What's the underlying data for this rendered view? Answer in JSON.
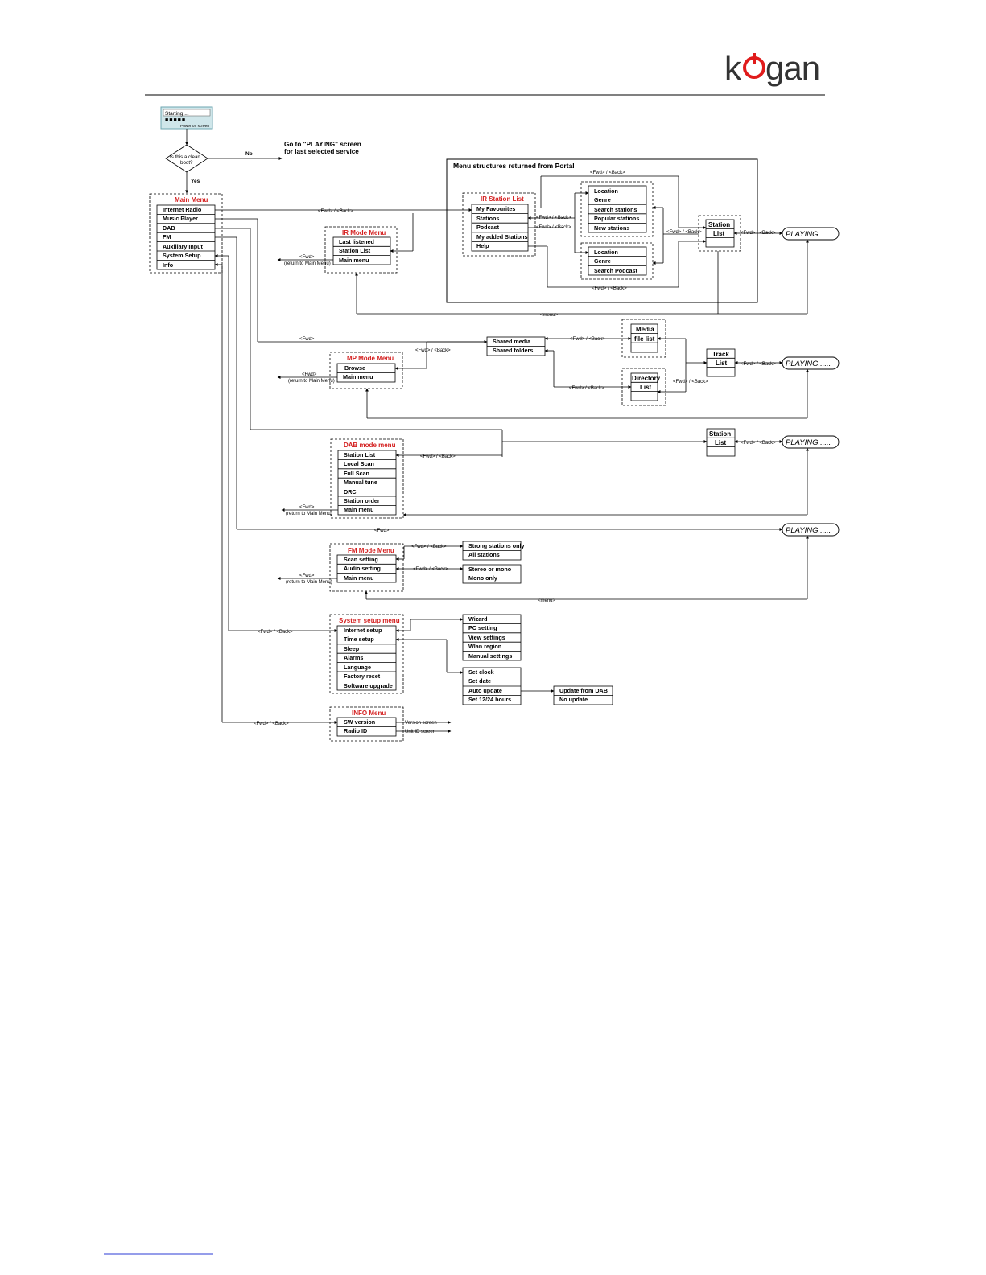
{
  "brand": {
    "logo_text": "kogan"
  },
  "start": {
    "screen_line1": "Starting ...",
    "screen_blocks": "■■■■■",
    "caption": "Power on screen",
    "decision": [
      "Is this a clean",
      "boot?"
    ],
    "no_label": "No",
    "yes_label": "Yes",
    "no_target": [
      "Go to \"PLAYING\" screen",
      "for last selected service"
    ]
  },
  "main_menu": {
    "title": "Main Menu",
    "items": [
      "Internet Radio",
      "Music Player",
      "DAB",
      "FM",
      "Auxiliary Input",
      "System Setup",
      "Info"
    ]
  },
  "portal": {
    "title": "Menu structures returned from Portal"
  },
  "ir_station_list": {
    "title": "IR Station List",
    "items": [
      "My Favourites",
      "Stations",
      "Podcast",
      "My added Stations",
      "Help"
    ]
  },
  "stations_sub": [
    "Location",
    "Genre",
    "Search stations",
    "Popular stations",
    "New stations"
  ],
  "podcast_sub": [
    "Location",
    "Genre",
    "Search Podcast"
  ],
  "ir_mode_menu": {
    "title": "IR Mode Menu",
    "items": [
      "Last listened",
      "Station List",
      "Main menu"
    ]
  },
  "station_list_box": [
    "Station",
    "List"
  ],
  "mp_mode_menu": {
    "title": "MP Mode Menu",
    "items": [
      "Browse",
      "Main menu"
    ]
  },
  "shared": [
    "Shared media",
    "Shared folders"
  ],
  "media_box": [
    "Media",
    "file list"
  ],
  "directory_box": [
    "Directory",
    "List"
  ],
  "track_box": [
    "Track",
    "List"
  ],
  "dab_mode_menu": {
    "title": "DAB mode menu",
    "items": [
      "Station List",
      "Local Scan",
      "Full Scan",
      "Manual tune",
      "DRC",
      "Station order",
      "Main menu"
    ]
  },
  "fm_mode_menu": {
    "title": "FM Mode Menu",
    "items": [
      "Scan setting",
      "Audio setting",
      "Main menu"
    ]
  },
  "scan_options": [
    "Strong stations only",
    "All stations"
  ],
  "audio_options": [
    "Stereo or mono",
    "Mono only"
  ],
  "system_menu": {
    "title": "System setup menu",
    "items": [
      "Internet setup",
      "Time setup",
      "Sleep",
      "Alarms",
      "Language",
      "Factory reset",
      "Software upgrade"
    ]
  },
  "internet_setup_sub": [
    "Wizard",
    "PC setting",
    "View settings",
    "Wlan region",
    "Manual settings"
  ],
  "time_setup_sub": [
    "Set clock",
    "Set date",
    "Auto update",
    "Set 12/24 hours"
  ],
  "auto_update_sub": [
    "Update from DAB",
    "No update"
  ],
  "info_menu": {
    "title": "INFO Menu",
    "items": [
      "SW version",
      "Radio ID"
    ]
  },
  "info_targets": [
    "Version screen",
    "Unit ID screen"
  ],
  "connectors": {
    "fwd_back": "<Fwd> / <Back>",
    "fwd": "<Fwd>",
    "menu": "<menu>",
    "return_main": "(return to Main Menu)"
  },
  "playing": "PLAYING......"
}
